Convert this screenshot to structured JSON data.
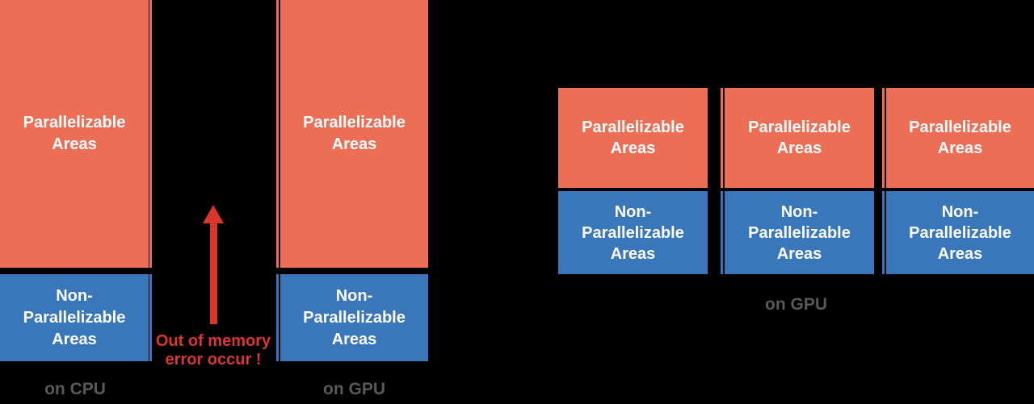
{
  "diagram": {
    "colors": {
      "background": "#000000",
      "parallelizable_fill": "#EB6E55",
      "non_parallelizable_fill": "#3976BA",
      "arrow_red": "#DA372C",
      "device_label_gray": "#595959",
      "block_text": "#FFFFFF"
    },
    "block_labels": {
      "parallelizable_line1": "Parallelizable",
      "parallelizable_line2": "Areas",
      "non_parallelizable_line1": "Non-",
      "non_parallelizable_line2": "Parallelizable",
      "non_parallelizable_line3": "Areas"
    },
    "device_labels": {
      "left_cpu": "on CPU",
      "left_gpu": "on GPU",
      "right_gpu": "on GPU"
    },
    "annotation": {
      "line1": "Out of memory",
      "line2": "error occur !"
    }
  }
}
